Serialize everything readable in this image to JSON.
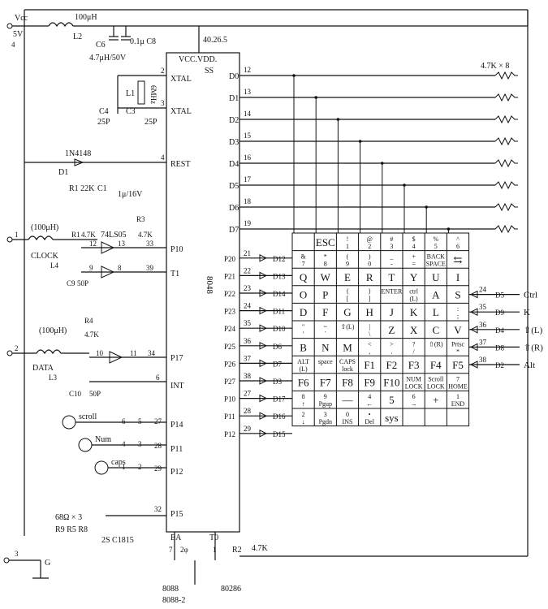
{
  "power": {
    "vcc": "Vcc",
    "v5": "5V",
    "pin4": "4",
    "inductor": "100μH",
    "l2": "L2",
    "c6": "C6",
    "c8": "0.1μ C8",
    "c6val": "4.7μH/50V"
  },
  "chip": {
    "name": "8048",
    "pins_top": "40.26.5",
    "vcc_label": "VCC.VDD.",
    "ss": "SS",
    "xtal1": "XTAL",
    "xtal2": "XTAL",
    "rest": "REST",
    "p10": "P10",
    "t1": "T1",
    "p17": "P17",
    "int": "INT",
    "p14": "P14",
    "p11": "P11",
    "p12": "P12",
    "p15": "P15",
    "ea": "EA",
    "t0": "T0",
    "r2": "R2",
    "pin2": "2",
    "pin3": "3",
    "pin4": "4",
    "pin33": "33",
    "pin39": "39",
    "pin34": "34",
    "pin6": "6",
    "pin27": "27",
    "pin28": "28",
    "pin29": "29",
    "pin32": "32",
    "pin7": "7",
    "pin20": "2φ",
    "pin1": "1"
  },
  "data_bus": [
    {
      "label": "D0",
      "pin": "12"
    },
    {
      "label": "D1",
      "pin": "13"
    },
    {
      "label": "D2",
      "pin": "14"
    },
    {
      "label": "D3",
      "pin": "15"
    },
    {
      "label": "D4",
      "pin": "16"
    },
    {
      "label": "D5",
      "pin": "17"
    },
    {
      "label": "D6",
      "pin": "18"
    },
    {
      "label": "D7",
      "pin": "19"
    }
  ],
  "port_rows": [
    {
      "label": "P20",
      "pin": "21",
      "diode": "D12"
    },
    {
      "label": "P21",
      "pin": "22",
      "diode": "D13"
    },
    {
      "label": "P22",
      "pin": "23",
      "diode": "D14"
    },
    {
      "label": "P23",
      "pin": "24",
      "diode": "D11"
    },
    {
      "label": "P24",
      "pin": "35",
      "diode": "D10"
    },
    {
      "label": "P25",
      "pin": "36",
      "diode": "D6"
    },
    {
      "label": "P26",
      "pin": "37",
      "diode": "D7"
    },
    {
      "label": "P27",
      "pin": "38",
      "diode": "D3"
    },
    {
      "label": "P10",
      "pin": "27",
      "diode": "D17"
    },
    {
      "label": "P11",
      "pin": "28",
      "diode": "D16"
    },
    {
      "label": "P12",
      "pin": "29",
      "diode": "D15"
    }
  ],
  "pullup": "4.7K × 8",
  "crystal": {
    "l1": "L1",
    "hz": "6MHz",
    "c4": "C4",
    "c4v": "25P",
    "c3": "C3",
    "c3v": "25P"
  },
  "reset": {
    "diode": "1N4148",
    "d1": "D1",
    "r1": "R1 22K",
    "c1": "C1",
    "c1v": "1μ/16V"
  },
  "clock": {
    "pin": "1",
    "ind": "(100μH)",
    "r1": "R1",
    "r1v": "4.7K",
    "ic": "74LS05",
    "r3": "R3",
    "r3v": "4.7K",
    "label": "CLOCK",
    "l4": "L4",
    "p12": "12",
    "p13": "13",
    "p9": "9",
    "p8": "8",
    "c9": "C9",
    "c9v": "50P"
  },
  "data": {
    "pin": "2",
    "ind": "(100μH)",
    "r4": "R4",
    "r4v": "4.7K",
    "label": "DATA",
    "l3": "L3",
    "p10": "10",
    "p11": "11",
    "c10": "C10",
    "c10v": "50P"
  },
  "leds": [
    {
      "label": "scroll",
      "a": "6",
      "b": "5"
    },
    {
      "label": "Num",
      "a": "4",
      "b": "3"
    },
    {
      "label": "caps",
      "a": "1",
      "b": "2"
    }
  ],
  "transistor": {
    "res": "68Ω × 3",
    "rs": "R9 R5 R8",
    "model": "2S C1815"
  },
  "ground": {
    "pin": "3",
    "label": "G"
  },
  "bottom": {
    "r2": "4.7K",
    "cpu1": "8088",
    "cpu2": "8088-2",
    "cpu3": "80286"
  },
  "side_keys": [
    {
      "pin": "24",
      "diode": "D5",
      "label": "Ctrl"
    },
    {
      "pin": "35",
      "diode": "D9",
      "label": "K"
    },
    {
      "pin": "36",
      "diode": "D4",
      "label": "⇧(L)"
    },
    {
      "pin": "37",
      "diode": "D8",
      "label": "⇧(R)"
    },
    {
      "pin": "38",
      "diode": "D2",
      "label": "Alt"
    }
  ],
  "keys": [
    [
      "",
      "ESC",
      "! 1",
      "@ 2",
      "# 3",
      "$ 4",
      "% 5",
      "^ 6"
    ],
    [
      "& 7",
      "* 8",
      "( 9",
      ") 0",
      "_ -",
      "+ =",
      "BACK SPACE",
      "⇆"
    ],
    [
      "Q",
      "W",
      "E",
      "R",
      "T",
      "Y",
      "U",
      "I"
    ],
    [
      "O",
      "P",
      "{ [",
      "} ]",
      "ENTER",
      "ctrl (L)",
      "A",
      "S"
    ],
    [
      "D",
      "F",
      "G",
      "H",
      "J",
      "K",
      "L",
      ": ;"
    ],
    [
      "\" '",
      "~ `",
      "⇧(L)",
      "| \\",
      "Z",
      "X",
      "C",
      "V"
    ],
    [
      "B",
      "N",
      "M",
      "< ,",
      "> .",
      "? /",
      "⇧(R)",
      "Prtsc *"
    ],
    [
      "ALT (L)",
      "space",
      "CAPS lock",
      "F1",
      "F2",
      "F3",
      "F4",
      "F5"
    ],
    [
      "F6",
      "F7",
      "F8",
      "F9",
      "F10",
      "NUM LOCK",
      "Scroll LOCK",
      "7 HOME"
    ],
    [
      "8 ↑",
      "9 Pgup",
      "—",
      "4 ←",
      "5",
      "6 →",
      "+",
      "1 END"
    ],
    [
      "2 ↓",
      "3 Pgdn",
      "0 INS",
      "• Del",
      "sys",
      "",
      "",
      ""
    ]
  ]
}
